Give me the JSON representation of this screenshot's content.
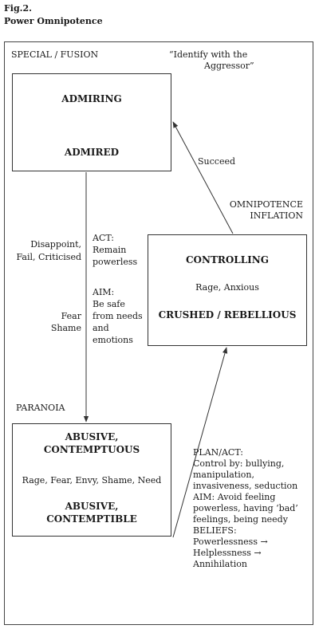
{
  "figure": {
    "label": "Fig.2.",
    "title": "Power Omnipotence"
  },
  "frame": {
    "top_left_label": "SPECIAL / FUSION",
    "quote_line1": "“Identify with the",
    "quote_line2": "Aggressor”"
  },
  "boxes": {
    "top": {
      "line1": "ADMIRING",
      "line2": "ADMIRED"
    },
    "right": {
      "line1": "CONTROLLING",
      "middle": "Rage, Anxious",
      "line2": "CRUSHED / REBELLIOUS"
    },
    "bottom": {
      "line1a": "ABUSIVE,",
      "line1b": "CONTEMPTUOUS",
      "middle": "Rage, Fear, Envy, Shame, Need",
      "line2a": "ABUSIVE,",
      "line2b": "CONTEMPTIBLE"
    }
  },
  "labels": {
    "succeed": "Succeed",
    "omnipotence_1": "OMNIPOTENCE",
    "omnipotence_2": "INFLATION",
    "disappoint_1": "Disappoint,",
    "disappoint_2": "Fail, Criticised",
    "fear": "Fear",
    "shame": "Shame",
    "act_title": "ACT:",
    "act_1": "Remain",
    "act_2": "powerless",
    "aim_title": "AIM:",
    "aim_1": "Be safe",
    "aim_2": "from needs",
    "aim_3": "and",
    "aim_4": "emotions",
    "paranoia": "PARANOIA"
  },
  "plan": {
    "lines": [
      "PLAN/ACT:",
      "Control by: bullying,",
      "manipulation,",
      "invasiveness, seduction",
      "AIM: Avoid feeling",
      "powerless, having ‘bad’",
      "feelings, being needy",
      "BELIEFS:",
      "Powerlessness →",
      "Helplessness →",
      "Annihilation"
    ]
  }
}
